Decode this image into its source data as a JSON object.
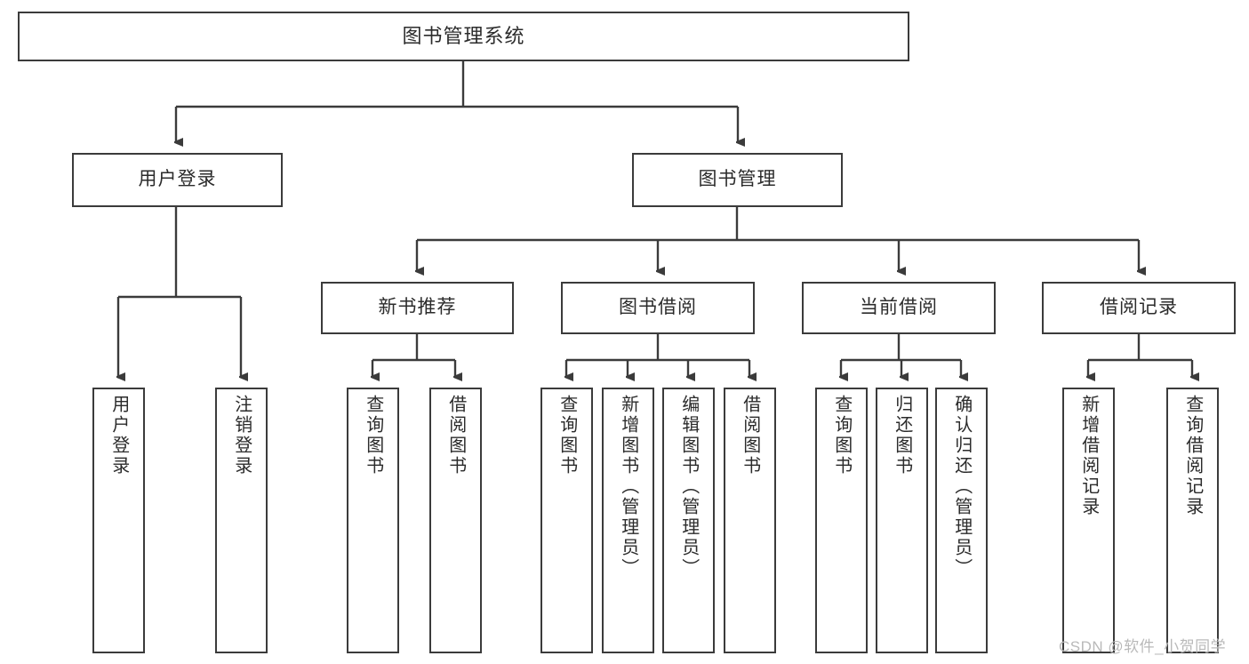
{
  "diagram": {
    "title": "图书管理系统",
    "type": "tree-hierarchy-chart",
    "root": {
      "label": "图书管理系统"
    },
    "level1": [
      {
        "label": "用户登录"
      },
      {
        "label": "图书管理"
      }
    ],
    "level2": [
      {
        "label": "新书推荐"
      },
      {
        "label": "图书借阅"
      },
      {
        "label": "当前借阅"
      },
      {
        "label": "借阅记录"
      }
    ],
    "leaves": [
      {
        "label": "用户登录"
      },
      {
        "label": "注销登录"
      },
      {
        "label": "查询图书"
      },
      {
        "label": "借阅图书"
      },
      {
        "label": "查询图书"
      },
      {
        "label": "新增图书（管理员）"
      },
      {
        "label": "编辑图书（管理员）"
      },
      {
        "label": "借阅图书"
      },
      {
        "label": "查询图书"
      },
      {
        "label": "归还图书"
      },
      {
        "label": "确认归还（管理员）"
      },
      {
        "label": "新增借阅记录"
      },
      {
        "label": "查询借阅记录"
      }
    ],
    "watermark": "CSDN @软件_小贺同学",
    "colors": {
      "stroke": "#3b3b3b",
      "text": "#2b2b2b",
      "background": "#ffffff",
      "watermark": "#b9b9b9"
    }
  }
}
